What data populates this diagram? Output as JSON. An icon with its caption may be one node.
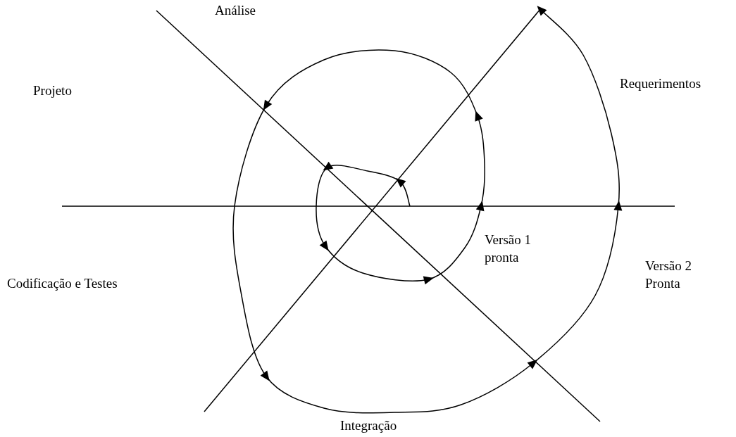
{
  "diagram": {
    "labels": [
      "Análise",
      "Projeto",
      "Requerimentos",
      "Versão 1 pronta",
      "Versão 2 Pronta",
      "Codificação e Testes",
      "Integração"
    ]
  }
}
